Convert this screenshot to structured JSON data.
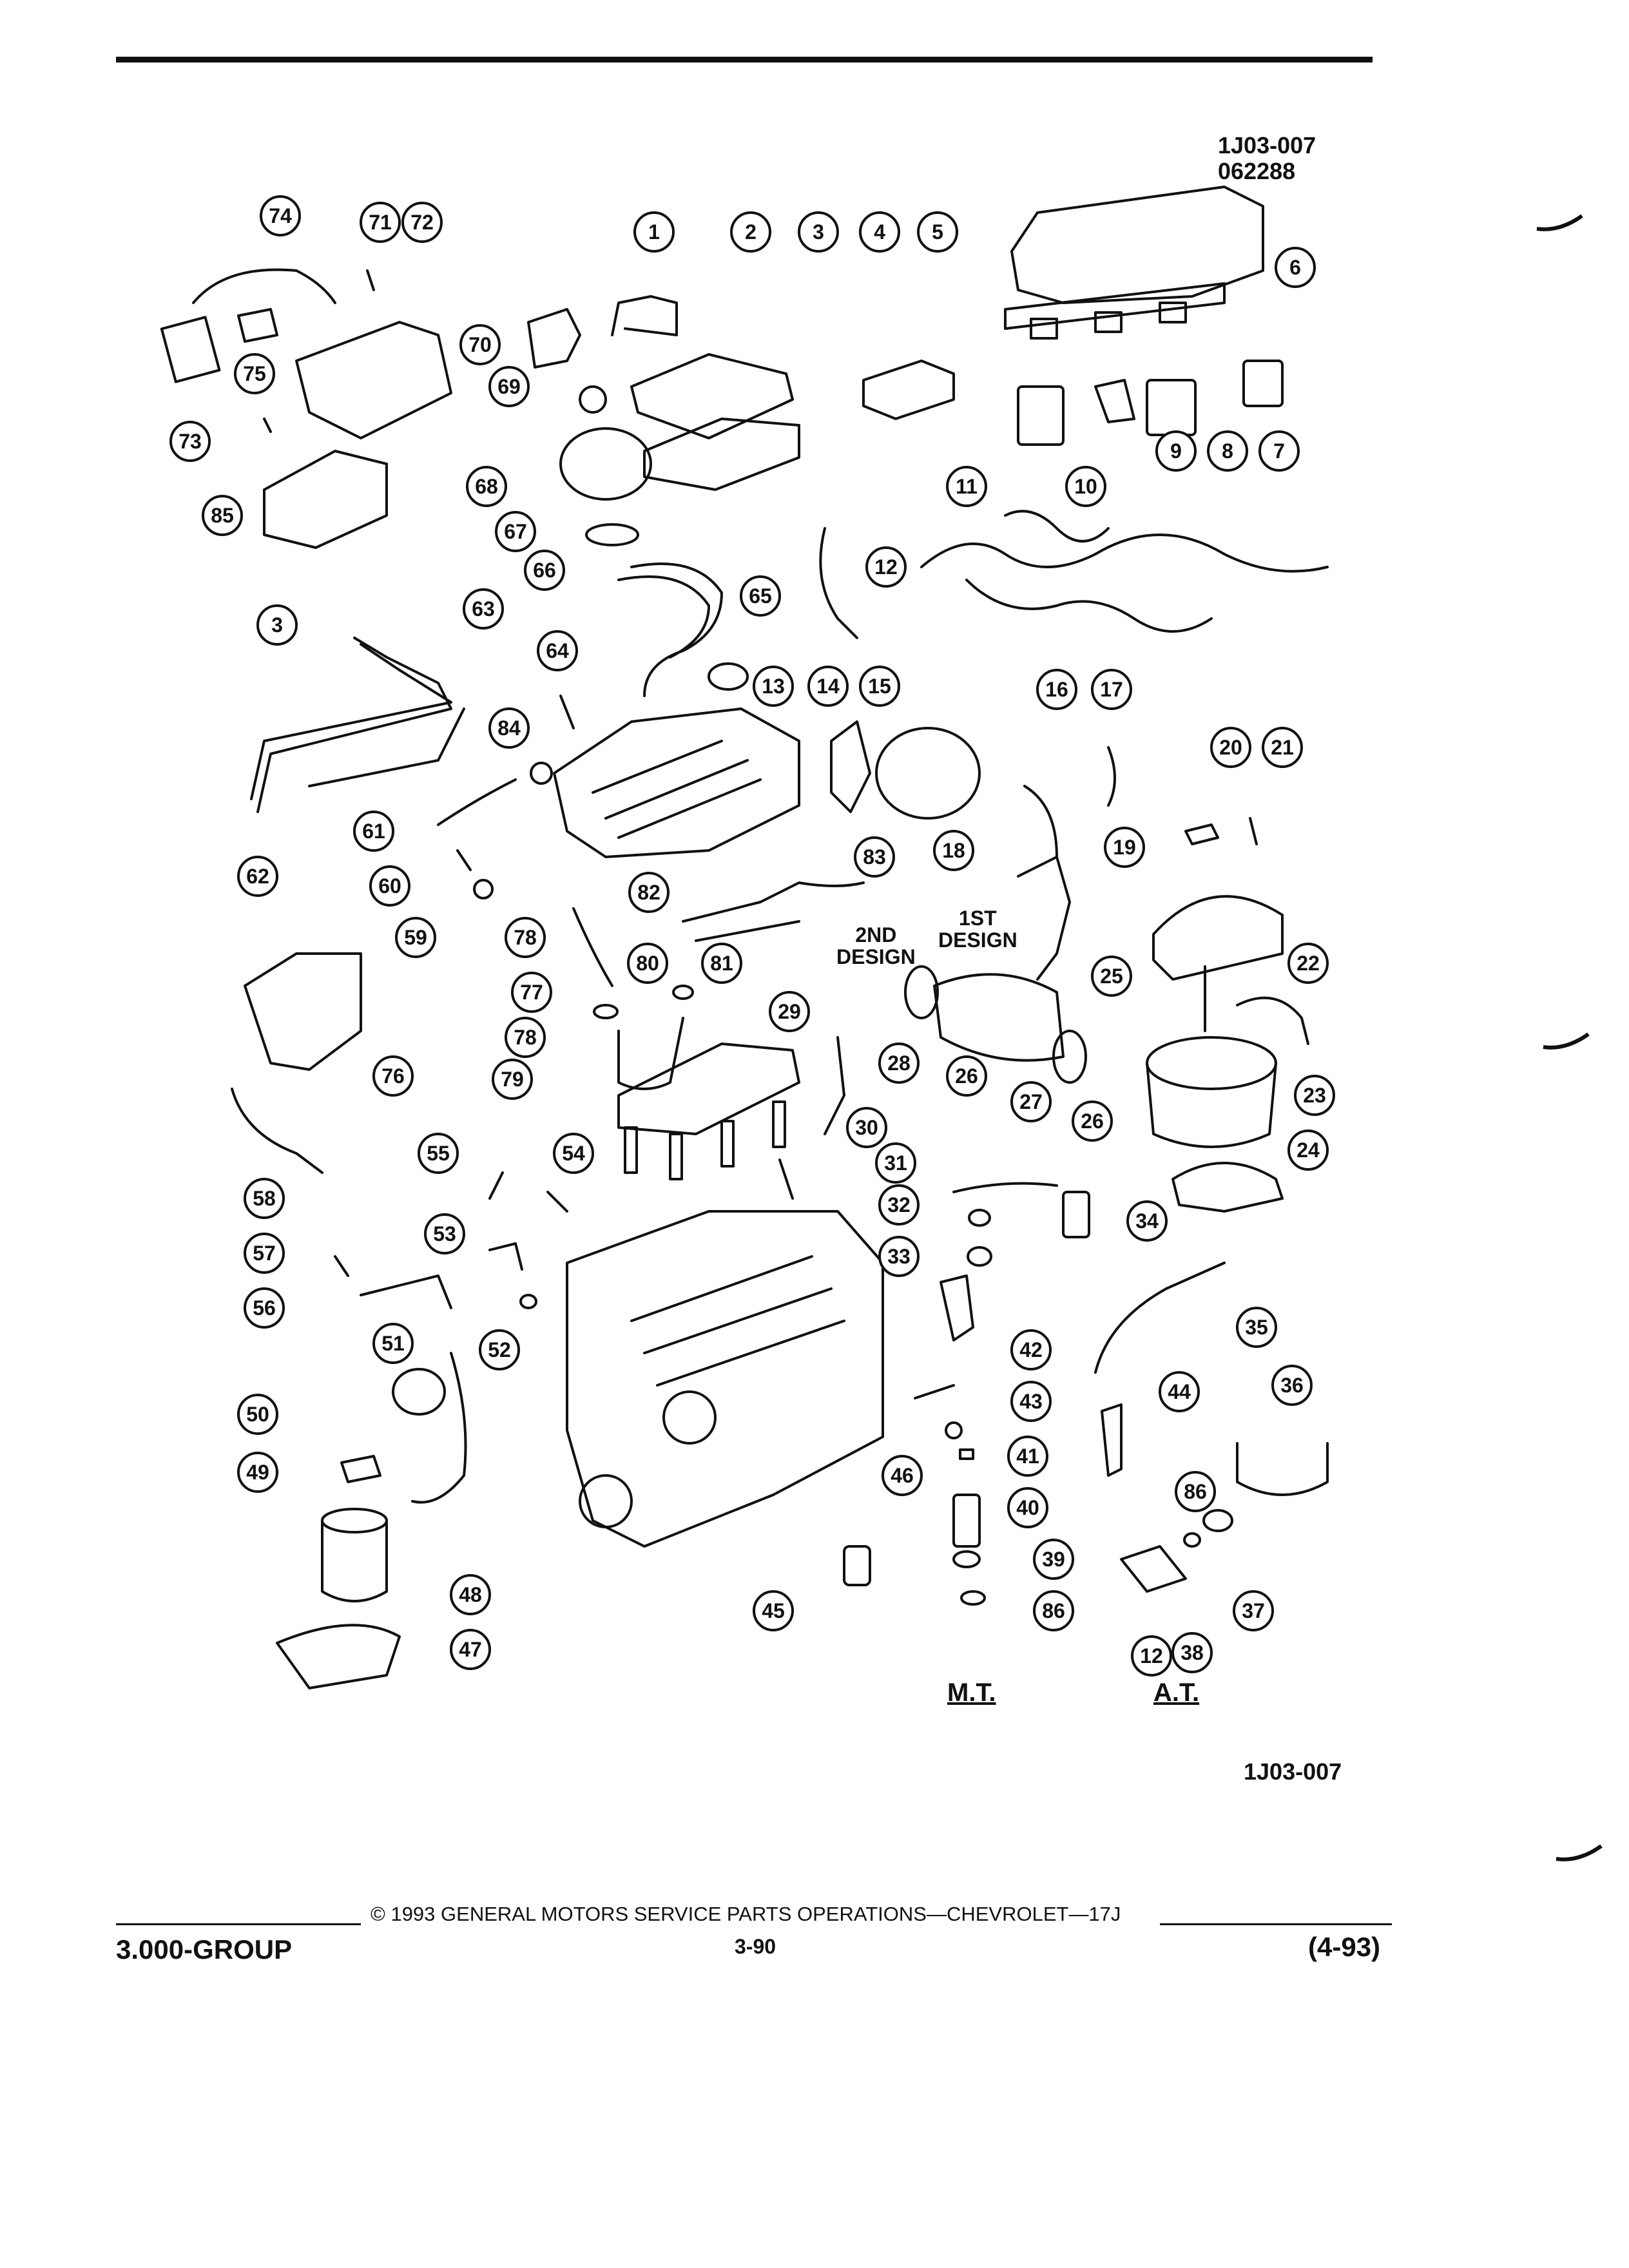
{
  "drawing": {
    "ref_top_line1": "1J03-007",
    "ref_top_line2": "062288",
    "ref_bottom": "1J03-007",
    "design_2nd_line1": "2ND",
    "design_2nd_line2": "DESIGN",
    "design_1st_line1": "1ST",
    "design_1st_line2": "DESIGN",
    "label_mt": "M.T.",
    "label_at": "A.T."
  },
  "callouts": [
    "1",
    "2",
    "3",
    "4",
    "5",
    "6",
    "7",
    "8",
    "9",
    "10",
    "11",
    "12",
    "13",
    "14",
    "15",
    "16",
    "17",
    "18",
    "19",
    "20",
    "21",
    "22",
    "23",
    "24",
    "25",
    "26",
    "27",
    "28",
    "29",
    "30",
    "31",
    "32",
    "33",
    "34",
    "35",
    "36",
    "37",
    "38",
    "39",
    "40",
    "41",
    "42",
    "43",
    "44",
    "45",
    "46",
    "47",
    "48",
    "49",
    "50",
    "51",
    "52",
    "53",
    "54",
    "55",
    "56",
    "57",
    "58",
    "59",
    "60",
    "61",
    "62",
    "63",
    "64",
    "65",
    "66",
    "67",
    "68",
    "69",
    "70",
    "71",
    "72",
    "73",
    "74",
    "75",
    "76",
    "77",
    "78",
    "79",
    "80",
    "81",
    "82",
    "83",
    "84",
    "85",
    "86"
  ],
  "footer": {
    "group": "3.000-GROUP",
    "copyright": "© 1993 GENERAL MOTORS SERVICE PARTS OPERATIONS—CHEVROLET—17J",
    "page_number": "3-90",
    "revision": "(4-93)"
  }
}
